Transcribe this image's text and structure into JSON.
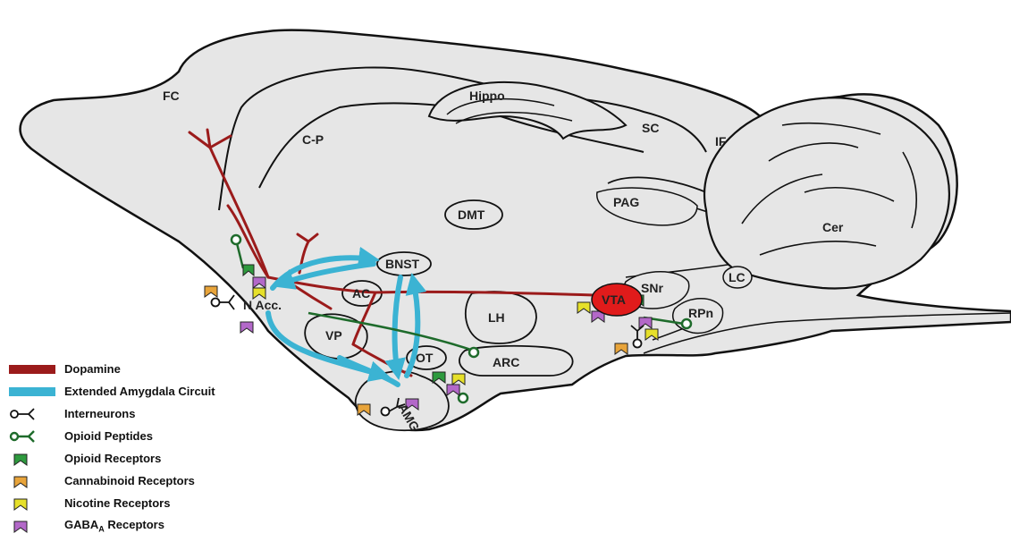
{
  "regions": {
    "fc": "FC",
    "cp": "C-P",
    "hippo": "Hippo",
    "sc": "SC",
    "if": "IF",
    "pag": "PAG",
    "cer": "Cer",
    "dmt": "DMT",
    "bnst": "BNST",
    "ac": "AC",
    "nacc": "N Acc.",
    "vp": "VP",
    "lh": "LH",
    "vta": "VTA",
    "snr": "SNr",
    "lc": "LC",
    "rpn": "RPn",
    "ot": "OT",
    "arc": "ARC",
    "amg": "AMG"
  },
  "legend": {
    "dopamine": "Dopamine",
    "extended_amygdala": "Extended Amygdala Circuit",
    "interneurons": "Interneurons",
    "opioid_peptides": "Opioid Peptides",
    "opioid_receptors": "Opioid Receptors",
    "cannabinoid_receptors": "Cannabinoid Receptors",
    "nicotine_receptors": "Nicotine Receptors",
    "gaba_prefix": "GABA",
    "gaba_sub": "A",
    "gaba_suffix": " Receptors"
  },
  "colors": {
    "dopamine": "#9b1b1b",
    "extended_amygdala": "#3bb3d3",
    "opioid_peptide": "#1e6b2b",
    "opioid_receptor": "#2e9a3e",
    "cannabinoid_receptor": "#e8a43a",
    "nicotine_receptor": "#e6e02a",
    "gaba_receptor": "#b368c9",
    "vta_fill": "#e01b1b",
    "brain_fill": "#e6e6e6"
  }
}
